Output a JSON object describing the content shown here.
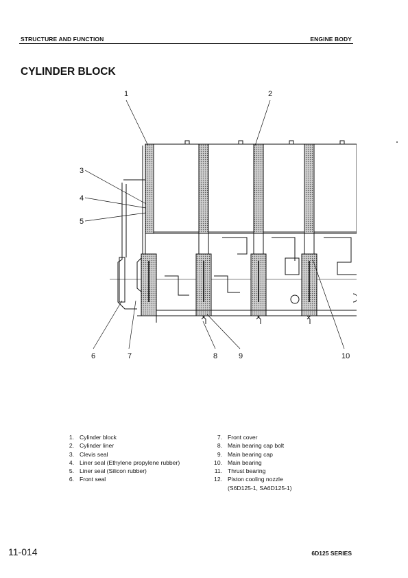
{
  "header": {
    "left": "STRUCTURE AND FUNCTION",
    "right": "ENGINE BODY"
  },
  "title": "CYLINDER BLOCK",
  "callouts": [
    "1",
    "2",
    "3",
    "4",
    "5",
    "6",
    "7",
    "8",
    "9",
    "10"
  ],
  "legend_left": [
    {
      "num": "1.",
      "text": "Cylinder block"
    },
    {
      "num": "2.",
      "text": "Cylinder liner"
    },
    {
      "num": "3.",
      "text": "Clevis seal"
    },
    {
      "num": "4.",
      "text": "Liner seal (Ethylene propylene rubber)"
    },
    {
      "num": "5.",
      "text": "Liner seal (Silicon rubber)"
    },
    {
      "num": "6.",
      "text": "Front seal"
    }
  ],
  "legend_right": [
    {
      "num": "7.",
      "text": "Front cover"
    },
    {
      "num": "8.",
      "text": "Main bearing cap bolt"
    },
    {
      "num": "9.",
      "text": "Main bearing cap"
    },
    {
      "num": "10.",
      "text": "Main bearing"
    },
    {
      "num": "11.",
      "text": "Thrust bearing"
    },
    {
      "num": "12.",
      "text": "Piston cooling nozzle"
    }
  ],
  "legend_right_note": "(S6D125-1, SA6D125-1)",
  "footer": {
    "page": "11-014",
    "series": "6D125 SERIES"
  }
}
